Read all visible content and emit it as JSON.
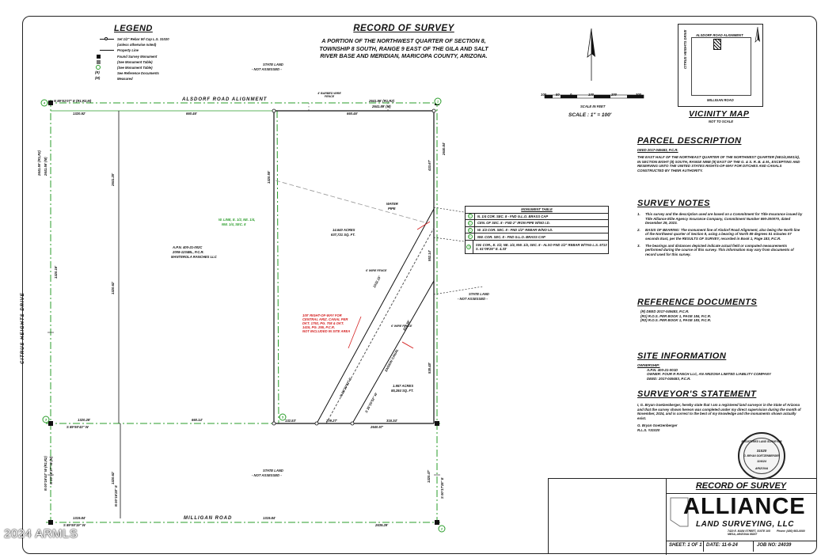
{
  "legend": {
    "title": "LEGEND",
    "items": [
      "Set 1/2\" Rebar W/ Cap L.S. 31020",
      "(unless otherwise noted)",
      "Property Line",
      "Found Survey Monument",
      "(See Monument Table)",
      "(See Monument Table)",
      "See Reference Documents",
      "Measured"
    ],
    "codes": [
      "(R)",
      "(M)"
    ]
  },
  "title_block": {
    "heading": "RECORD OF SURVEY",
    "lines": [
      "A PORTION OF THE NORTHWEST QUARTER OF SECTION 8,",
      "TOWNSHIP 8 SOUTH, RANGE 9 EAST OF THE GILA AND SALT",
      "RIVER BASE AND MERIDIAN, MARICOPA COUNTY, ARIZONA."
    ]
  },
  "scale": {
    "ticks": [
      "100",
      "50",
      "0",
      "100",
      "200",
      "300"
    ],
    "label": "SCALE IN FEET",
    "ratio": "SCALE : 1\" = 100'"
  },
  "vicinity": {
    "title": "VICINITY MAP",
    "subtitle": "NOT TO SCALE",
    "road_top": "ALSDORF ROAD ALIGNMENT",
    "road_bottom": "MILLIGAN ROAD",
    "road_side": "CITRUS HEIGHTS DRIVE"
  },
  "parcel": {
    "title": "PARCEL DESCRIPTION",
    "deed": "DEED 2017-049483, P.C.R.",
    "text": "THE EAST HALF OF THE NORTHEAST QUARTER OF THE NORTHWEST QUARTER (NE1/4,NW1/4), IN SECTION EIGHT (8) SOUTH, RANGE NINE (9) EAST OF THE G. & S. R. B. & M., EXCEPTING AND RESERVING UNTO THE UNITED STATES RIGHTS-OF-WAY FOR DITCHES AND CANALS CONSTRUCTED BY THEIR AUTHORITY."
  },
  "survey_notes": {
    "title": "SURVEY NOTES",
    "items": [
      "This survey and the description used are based on a Commitment for Title Insurance issued by Title Alliance Elite Agency Insurance Company, Commitment Number 690-200070, dated December 29, 2023.",
      "BASIS OF BEARING: The monument line of Alsdorf Road Alignment, also being the North line of the Northwest quarter of Section 8, using a bearing of North 89 degrees 51 minutes 07 seconds East, per the RESULTS OF SURVEY, recorded in Book 1, Page 183, P.C.R.",
      "The bearings and distances depicted indicate actual field or computed measurements performed during the course of this survey. This information may vary from documents of record used for this survey."
    ]
  },
  "references": {
    "title": "REFERENCE DOCUMENTS",
    "items": [
      "(R)  DEED 2017-049483, P.C.R.",
      "(R1)  R.O.S. PER BOOK 1, PAGE 184, P.C.R.",
      "(R2)  R.O.S. PER BOOK 1, PAGE 183, P.C.R."
    ]
  },
  "site": {
    "title": "SITE INFORMATION",
    "ownership": "OWNERSHIP:",
    "apn": "A.P.N.  400-21-001D",
    "owner": "OWNER: FOUR R RANCH LLC, AN ARIZONA LIMITED LIABILITY COMPANY",
    "deed": "DEED: 2017-049483, P.C.R."
  },
  "statement": {
    "title": "SURVEYOR'S STATEMENT",
    "text": "I, G. Bryan Goetzenberger, hereby state that I am a registered land surveyor in the State of Arizona and that the survey shown hereon was completed under my direct supervision during the month of November, 2024, and is correct to the best of my knowledge and the monuments shown actually exist.",
    "name": "G. Bryan Goetzenberger",
    "rls": "R.L.S. #31020"
  },
  "seal": {
    "top": "REGISTERED LAND SURVEYOR",
    "number": "31020",
    "name": "G. BRYAN GOETZENBERGER",
    "state": "ARIZONA",
    "date": "11/6/24"
  },
  "monument_table": {
    "title": "MONUMENT TABLE",
    "rows": [
      {
        "n": "1",
        "text": "N. 1/4 COR. SEC. 8 - FND G.L.O. BRASS CAP"
      },
      {
        "n": "2",
        "text": "CEN. OF SEC. 8 - FND 2\" IRON PIPE W/NO I.D."
      },
      {
        "n": "3",
        "text": "W. 1/4 COR. SEC. 8 - FND 1/2\" REBAR W/NO I.D."
      },
      {
        "n": "4",
        "text": "NW. COR. SEC. 8 - FND G.L.O. BRASS CAP"
      },
      {
        "n": "5",
        "text": "SW. COR., E. 1/2, NE. 1/4, NW. 1/4, SEC. 8 - ALSO FND 1/2\" REBAR W/TAG L.S. 5713 S. 61°09'26\" E. 4.33'"
      }
    ]
  },
  "plat": {
    "north_road": "ALSDORF ROAD ALIGNMENT",
    "south_road": "MILLIGAN ROAD",
    "west_road": "CITRUS HEIGHTS DRIVE",
    "north_bearing": "N 89°51'07\" E (R1,R2,M)",
    "north_dims": [
      "1320.92'",
      "660.46'",
      "660.46'",
      "2641.96' (R1,R2)",
      "2641.89' (M)"
    ],
    "state_land_1": "STATE LAND",
    "state_land_2": "STATE LAND",
    "state_land_3": "STATE LAND",
    "not_assessed": "- NOT ASSESSED -",
    "fence_top": "4' BARBED WIRE FENCE",
    "apn_block": [
      "A.P.N. 400-21-002C",
      "2008-1234BL, P.C.R.",
      "MANTEROLA RANCHES LLC"
    ],
    "area_main": [
      "14.640 ACRES",
      "637,721 SQ. FT."
    ],
    "area_east": [
      "1.957 ACRES",
      "85,284 SQ. FT."
    ],
    "wline_note": [
      "W. LINE, E. 1/2, NE. 1/4,",
      "NW. 1/4, SEC. 8"
    ],
    "row_note": [
      "100' RIGHT-OF-WAY FOR",
      "CENTRAL ARIZ. CANAL PER",
      "DKT. 1792, PG. 708 & DKT.",
      "1415, PG. 255, P.C.R.",
      "NOT INCLUDED IN SITE AREA"
    ],
    "water_pipe": [
      "WATER",
      "PIPE"
    ],
    "mid_dims": [
      "1320.28'",
      "660.14'",
      "132.53'",
      "209.27'",
      "316.34'",
      "2640.57'"
    ],
    "mid_bearing": "S 89°50'43\" W",
    "south_dims": [
      "1319.84'",
      "1319.84'",
      "2639.29'"
    ],
    "south_bearing": "S 89°50'19\" W",
    "vertical_dims": [
      "2641.50' (R1,R2)",
      "2641.56' (M)",
      "2641.25'",
      "1320.62'",
      "1320.16'",
      "1320.62'",
      "1320.47'",
      "1320.55'",
      "2640.84'",
      "433.67'",
      "552.14'",
      "535.48'"
    ],
    "canal_label": "ENSIGN CANAL",
    "canal_dims": [
      "1032.15'",
      "822.38'"
    ],
    "canal_bearings": [
      "N 35°20'52\" E",
      "S 35°20'52\" W"
    ],
    "fence_labels": [
      "6' WIRE FENCE",
      "6' WIRE FENCE"
    ],
    "south_bearings": [
      "N 00°16'44\" W (R1,R2)",
      "N 00°16'37\" W (M)",
      "N 00°16'28\" E",
      "S 00°17'28\" E"
    ]
  },
  "firm": {
    "title": "RECORD OF SURVEY",
    "name": "ALLIANCE",
    "sub": "LAND SURVEYING, LLC",
    "address": [
      "7420 E. MAIN STREET, SUITE 105",
      "MESA, ARIZONA 85207"
    ],
    "phone": "Phone: (480) 983-0000",
    "sheet_label": "SHEET:",
    "sheet": "1 OF 1",
    "date_label": "DATE:",
    "date": "11-6-24",
    "job_label": "JOB NO:",
    "job": "24039"
  },
  "watermark": "2024 ARMLS",
  "colors": {
    "green": "#2a9d2a",
    "red": "#d42020",
    "ink": "#111111"
  }
}
